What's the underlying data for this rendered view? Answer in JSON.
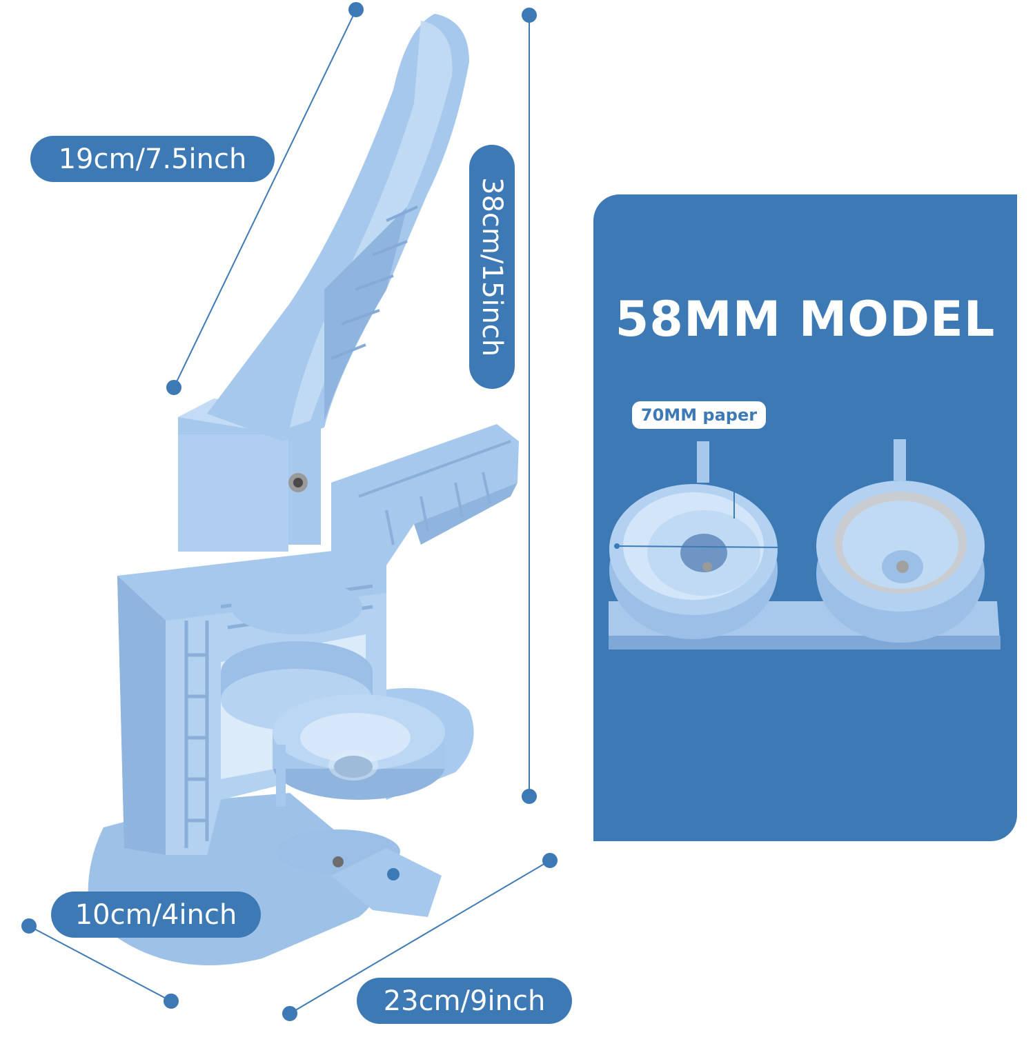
{
  "dimensions": {
    "width": "19cm/7.5inch",
    "height": "38cm/15inch",
    "base_depth": "10cm/4inch",
    "length": "23cm/9inch"
  },
  "panel": {
    "title": "58MM MODEL",
    "paper_label": "70MM paper"
  },
  "colors": {
    "accent": "#3d79b5",
    "machine": "#a6c8ec",
    "machine_shadow": "#7fa8d6"
  }
}
